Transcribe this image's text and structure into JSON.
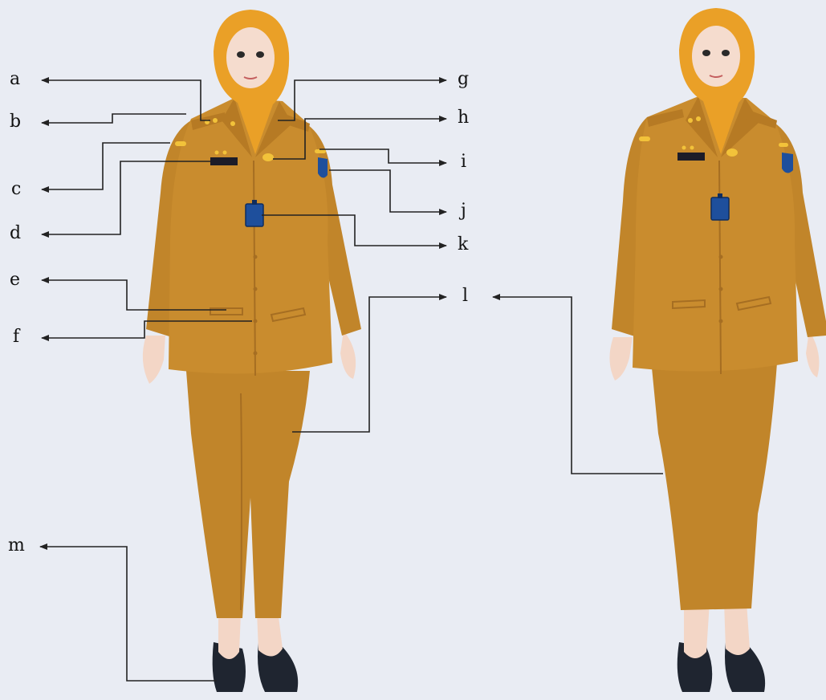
{
  "labels": {
    "a": "a",
    "b": "b",
    "c": "c",
    "d": "d",
    "e": "e",
    "f": "f",
    "g": "g",
    "h": "h",
    "i": "i",
    "j": "j",
    "k": "k",
    "l": "l",
    "m": "m"
  },
  "colors": {
    "background": "#e9ecf3",
    "uniform": "#c1852a",
    "uniform_shadow": "#a66e22",
    "hijab": "#eaa027",
    "skin": "#f3d6c6",
    "badge_blue": "#1e4f9c",
    "shoe": "#1f2530",
    "arrow": "#222222"
  }
}
